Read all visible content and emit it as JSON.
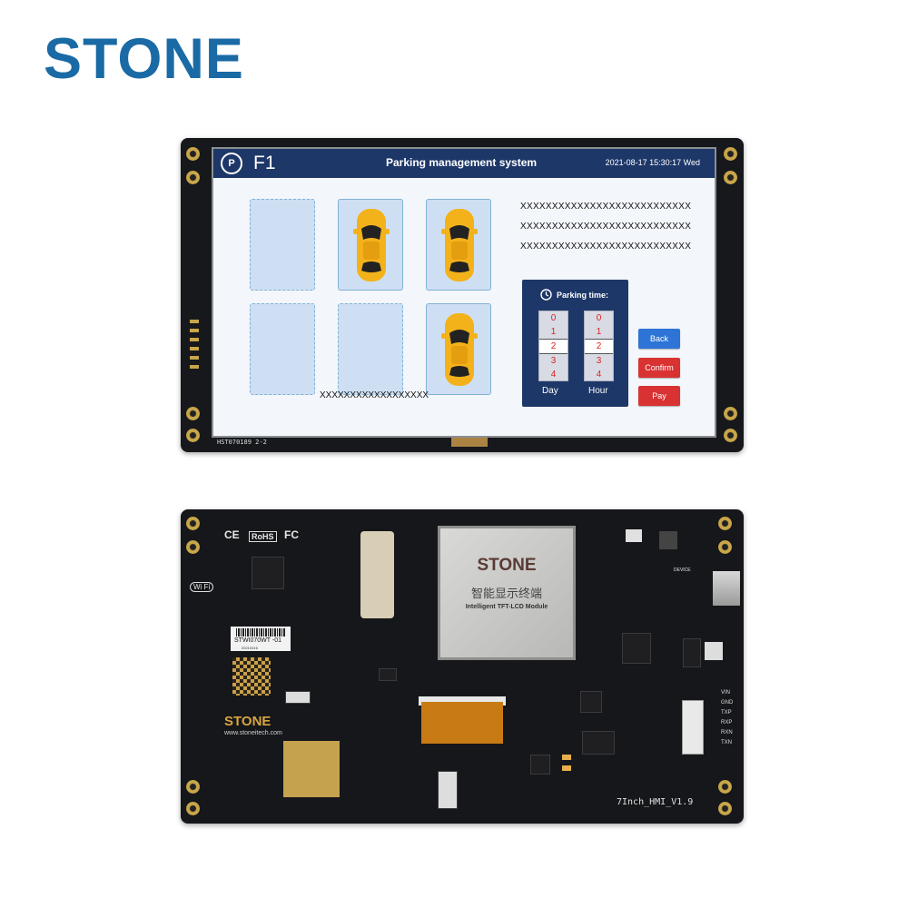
{
  "brand": {
    "name": "STONE"
  },
  "front": {
    "silkscreen": "HST070189 2-2",
    "screen": {
      "logo": "P",
      "floor": "F1",
      "title": "Parking management system",
      "datetime": "2021-08-17 15:30:17 Wed",
      "info_lines": [
        "XXXXXXXXXXXXXXXXXXXXXXXXXXX",
        "XXXXXXXXXXXXXXXXXXXXXXXXXXX",
        "XXXXXXXXXXXXXXXXXXXXXXXXXXX"
      ],
      "bottom_text": "XXXXXXXXXXXXXXXXXX",
      "slots": [
        {
          "occupied": false
        },
        {
          "occupied": true
        },
        {
          "occupied": true
        },
        {
          "occupied": false
        },
        {
          "occupied": false
        },
        {
          "occupied": true
        }
      ],
      "parking_time": {
        "title": "Parking time:",
        "day_label": "Day",
        "hour_label": "Hour",
        "day_values": [
          "0",
          "1",
          "2",
          "3",
          "4"
        ],
        "hour_values": [
          "0",
          "1",
          "2",
          "3",
          "4"
        ],
        "day_selected": "2",
        "hour_selected": "2"
      },
      "buttons": {
        "back": "Back",
        "confirm": "Confirm",
        "pay": "Pay"
      }
    }
  },
  "back": {
    "shield_brand": "STONE",
    "shield_cn": "智能显示终端",
    "shield_en": "Intelligent TFT-LCD Module",
    "board_brand": "STONE",
    "board_url": "www.stoneitech.com",
    "sticker_code": "STWI070WT -01",
    "sticker_date": "20210416",
    "model": "7Inch_HMI_V1.9",
    "certs": [
      "CE",
      "RoHS",
      "FC"
    ],
    "wifi": "Wi Fi",
    "device_label": "DEVICE",
    "pins": [
      "VIN",
      "GND",
      "TXP",
      "RXP",
      "RXN",
      "TXN"
    ]
  },
  "colors": {
    "brand_blue": "#1a6aa5",
    "screen_header": "#1d3768",
    "btn_blue": "#2d74d6",
    "btn_red": "#d83232",
    "car_yellow": "#f3b21a"
  }
}
